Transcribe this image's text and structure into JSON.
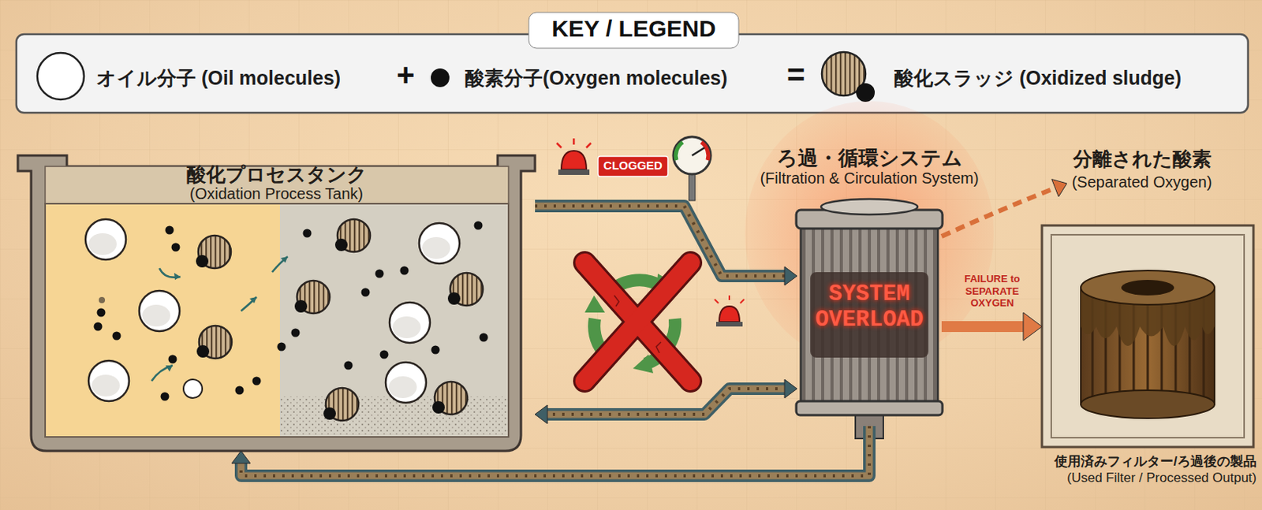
{
  "diagram": {
    "nodes": [
      {
        "text": [
          "酸化プロセスタンク",
          "(Oxidation Process Tank)"
        ]
      },
      {
        "text": [
          "ろ過・循環システム",
          "(Filtration & Circulation System)",
          "SYSTEM OVERLOAD"
        ]
      },
      {
        "text": [
          "分離された酸素",
          "(Separated Oxygen)"
        ]
      },
      {
        "text": [
          "使用済みフィルター/ろ過後の製品",
          "(Used Filter / Processed Output)"
        ]
      }
    ],
    "edges": [
      {
        "from": 0,
        "to": 1,
        "arrow": "to"
      },
      {
        "from": 1,
        "to": 0,
        "arrow": "both"
      },
      {
        "from": 1,
        "to": 0,
        "arrow": "to"
      },
      {
        "from": 1,
        "to": 2,
        "arrow": "to"
      },
      {
        "from": 1,
        "to": 3,
        "arrow": "to",
        "label": "FAILURE to SEPARATE OXYGEN"
      }
    ],
    "labels": [
      "KEY / LEGEND",
      "+",
      "=",
      "CLOGGED"
    ],
    "legend": [
      {
        "text": "オイル分子 (Oil molecules)"
      },
      {
        "text": "酸素分子(Oxygen molecules)"
      },
      {
        "text": "酸化スラッジ (Oxidized sludge)"
      }
    ]
  }
}
